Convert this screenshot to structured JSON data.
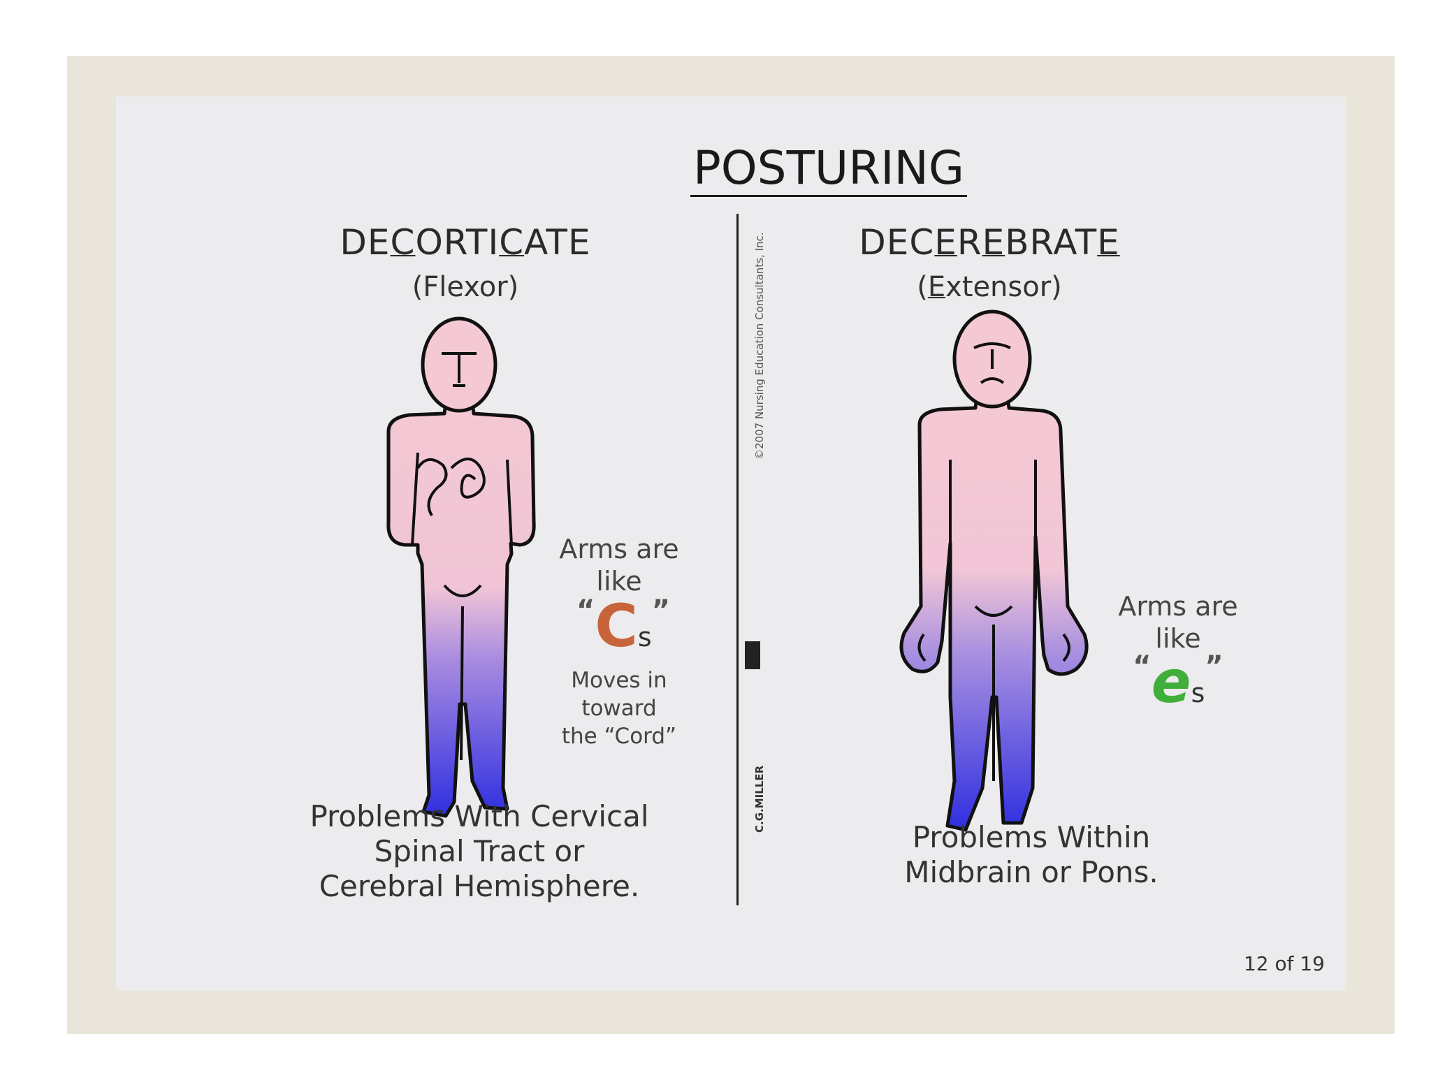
{
  "title": "POSTURING",
  "left": {
    "heading_parts": [
      "DE",
      "C",
      "ORTI",
      "C",
      "ATE"
    ],
    "subheading_parts": [
      "(Flexor)"
    ],
    "note": {
      "line1": "Arms are",
      "line2": "like",
      "letter": "C",
      "suffix": "s",
      "detail1": "Moves in",
      "detail2": "toward",
      "detail3": "the “Cord”"
    },
    "caption": [
      "Problems With Cervical",
      "Spinal Tract or",
      "Cerebral Hemisphere."
    ],
    "letter_color": "#c8643a"
  },
  "right": {
    "heading_parts": [
      "DE",
      "C",
      "E",
      "R",
      "E",
      "BRAT",
      "E"
    ],
    "subheading_parts": [
      "(",
      "E",
      "xtensor)"
    ],
    "note": {
      "line1": "Arms are",
      "line2": "like",
      "letter": "e",
      "suffix": "s"
    },
    "caption": [
      "Problems Within",
      "Midbrain or Pons."
    ],
    "letter_color": "#3fae3a"
  },
  "credit": "©2007 Nursing Education Consultants, Inc.",
  "artist": "C.G.MILLER",
  "page_indicator": "12 of 19",
  "colors": {
    "skin_top": "#f3c8d4",
    "skin_bottom": "#3434e0",
    "outline": "#111111"
  }
}
